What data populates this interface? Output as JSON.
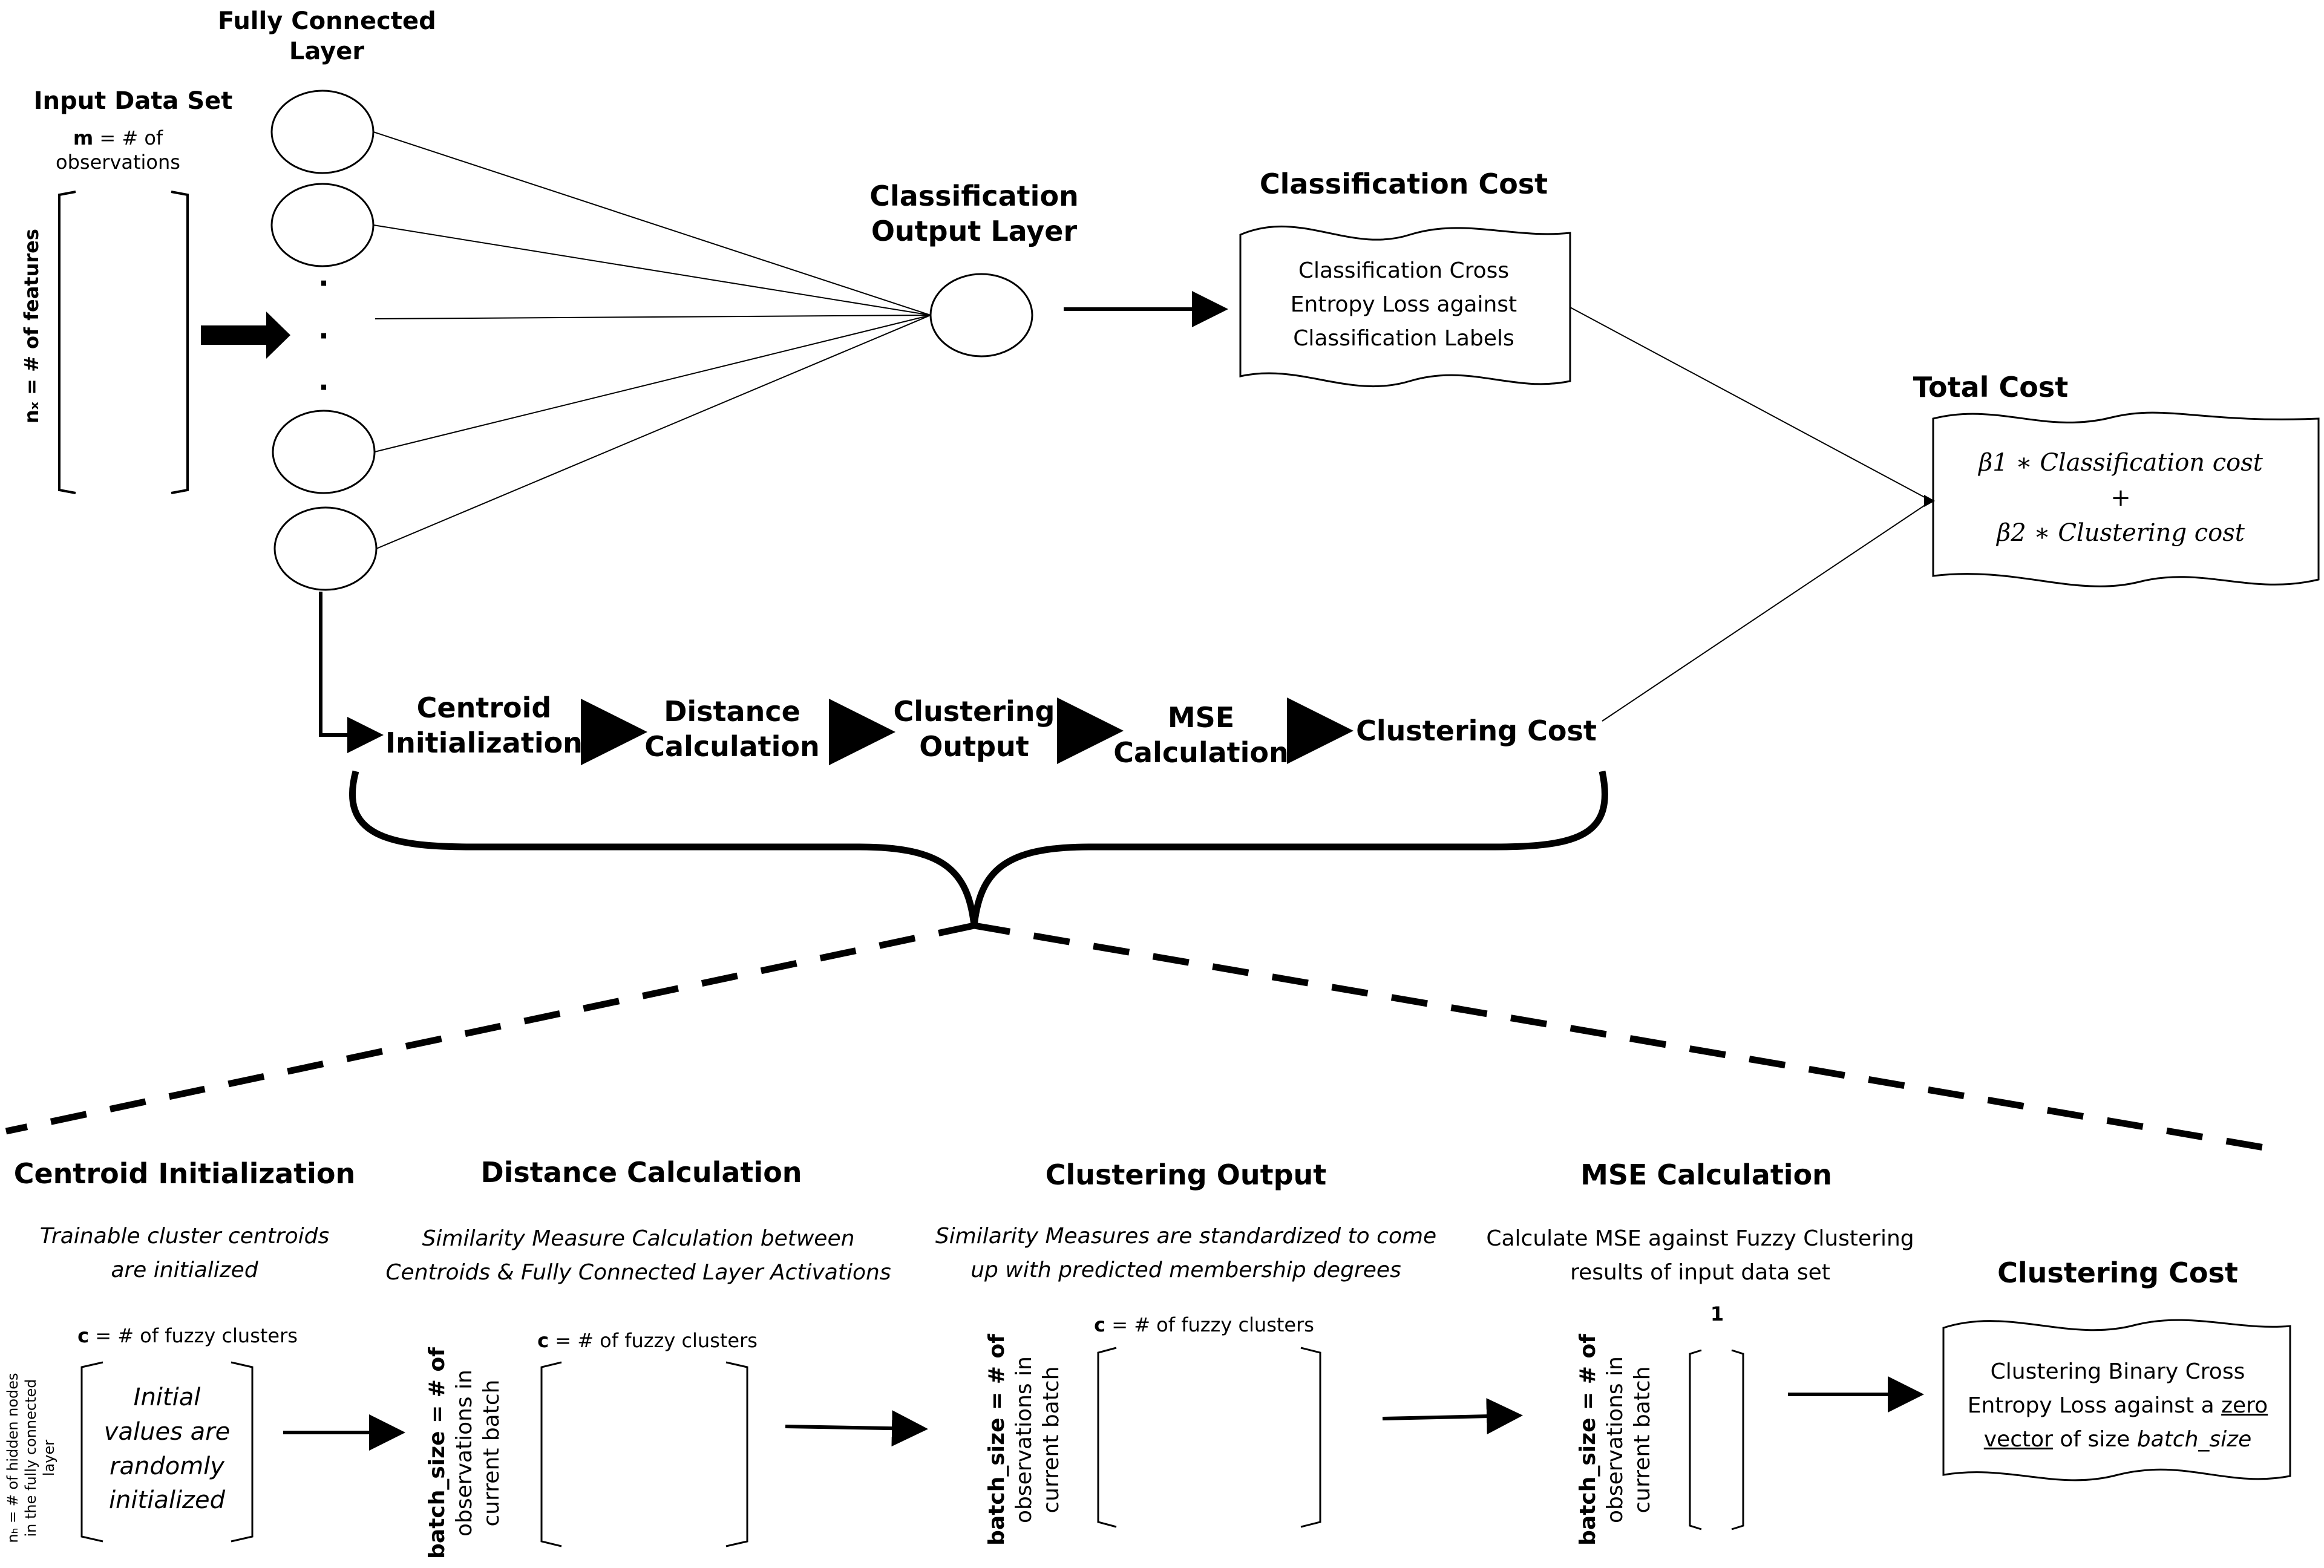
{
  "top": {
    "fully_connected_title_1": "Fully Connected",
    "fully_connected_title_2": "Layer",
    "input_title": "Input Data Set",
    "m_bold": "m",
    "m_rest": " = # of",
    "m_rest_2": "observations",
    "nx_label": "nₓ = # of  features",
    "dots": [
      "·",
      "·",
      "·"
    ],
    "class_output_1": "Classification",
    "class_output_2": "Output Layer",
    "class_cost_title": "Classification Cost",
    "class_cost_lines": [
      "Classification Cross",
      "Entropy Loss against",
      "Classification Labels"
    ],
    "total_cost_title": "Total  Cost",
    "total_cost_lines": [
      "β1 ∗ Classification cost",
      "+",
      "β2 ∗  Clustering cost"
    ]
  },
  "flow": {
    "centroid_1": "Centroid",
    "centroid_2": "Initialization",
    "distance_1": "Distance",
    "distance_2": "Calculation",
    "clustering_out_1": "Clustering",
    "clustering_out_2": "Output",
    "mse_1": "MSE",
    "mse_2": "Calculation",
    "clustering_cost": "Clustering Cost"
  },
  "bottom": {
    "centroid_title": "Centroid Initialization",
    "centroid_desc": [
      "Trainable cluster centroids",
      "are initialized"
    ],
    "centroid_c_bold": "c",
    "centroid_c_rest": " = # of fuzzy clusters",
    "centroid_matrix": [
      "Initial",
      "values are",
      "randomly",
      "initialized"
    ],
    "nh_label_1": "nₕ = # of hidden nodes",
    "nh_label_2": "in the fully connected",
    "nh_label_3": "layer",
    "distance_title": "Distance Calculation",
    "distance_desc": [
      "Similarity Measure Calculation between",
      "Centroids & Fully Connected  Layer Activations"
    ],
    "distance_c_bold": "c",
    "distance_c_rest": " = # of fuzzy clusters",
    "batch_bold": "batch_size",
    "batch_rest": " = # of",
    "batch_line2": "observations in",
    "batch_line3": "current batch",
    "clustering_output_title": "Clustering Output",
    "clustering_output_desc": [
      "Similarity Measures are standardized to come",
      "up with predicted membership degrees"
    ],
    "clustering_c_bold": "c",
    "clustering_c_rest": " = # of fuzzy clusters",
    "mse_title": "MSE Calculation",
    "mse_desc": [
      "Calculate  MSE against Fuzzy Clustering",
      "results of input data set"
    ],
    "mse_one": "1",
    "clustering_cost_title": "Clustering Cost",
    "clustering_cost_line1": "Clustering Binary Cross",
    "clustering_cost_line2a": "Entropy Loss against a ",
    "clustering_cost_line2b": "zero",
    "clustering_cost_line3a": "vector",
    "clustering_cost_line3b": " of size ",
    "clustering_cost_line3c": "batch_size"
  }
}
